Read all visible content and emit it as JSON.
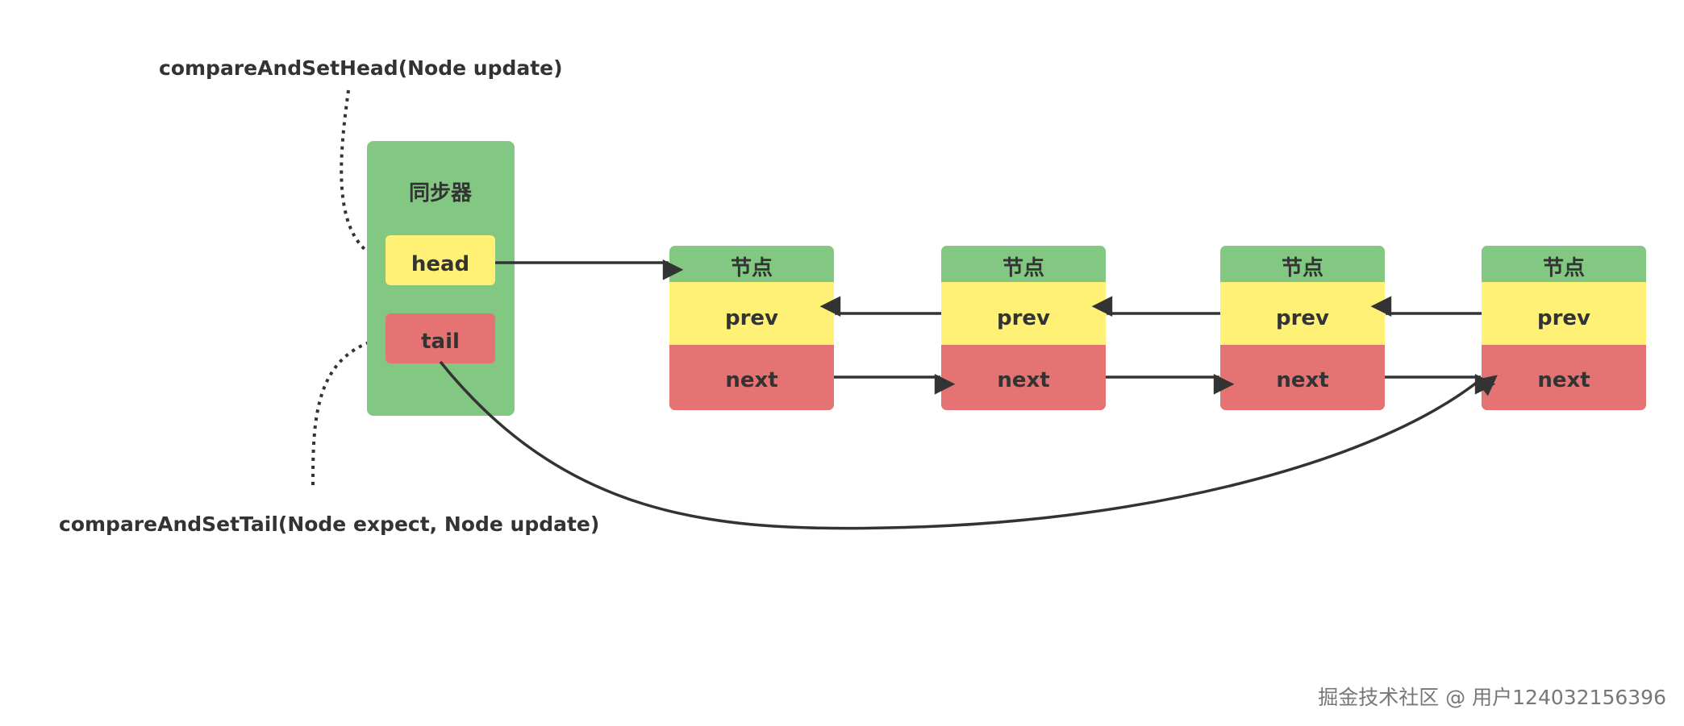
{
  "labels": {
    "compare_head": "compareAndSetHead(Node update)",
    "compare_tail": "compareAndSetTail(Node expect, Node update)"
  },
  "synchronizer": {
    "title": "同步器",
    "head": "head",
    "tail": "tail"
  },
  "nodes": [
    {
      "title": "节点",
      "prev": "prev",
      "next": "next"
    },
    {
      "title": "节点",
      "prev": "prev",
      "next": "next"
    },
    {
      "title": "节点",
      "prev": "prev",
      "next": "next"
    },
    {
      "title": "节点",
      "prev": "prev",
      "next": "next"
    }
  ],
  "watermark": "掘金技术社区 @ 用户124032156396",
  "colors": {
    "green": "#82c882",
    "yellow": "#fff176",
    "red": "#e57373",
    "text": "#333333"
  }
}
